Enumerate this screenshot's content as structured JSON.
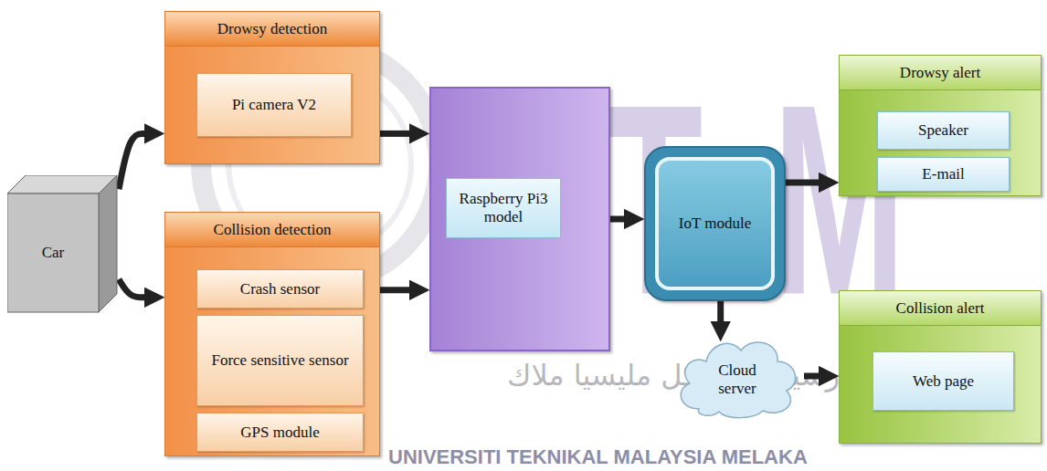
{
  "diagram": {
    "nodes": [
      {
        "text": [
          "Car"
        ]
      },
      {
        "text": [
          "Drowsy detection"
        ]
      },
      {
        "text": [
          "Pi camera V2"
        ],
        "in": 1
      },
      {
        "text": [
          "Collision detection"
        ]
      },
      {
        "text": [
          "Crash sensor"
        ],
        "in": 3
      },
      {
        "text": [
          "Force sensitive sensor"
        ],
        "in": 3
      },
      {
        "text": [
          "GPS module"
        ],
        "in": 3
      },
      {
        "text": [
          "Raspberry Pi3 model"
        ]
      },
      {
        "text": [
          "IoT module"
        ]
      },
      {
        "text": [
          "Cloud server"
        ]
      },
      {
        "text": [
          "Drowsy alert"
        ]
      },
      {
        "text": [
          "Speaker"
        ],
        "in": 10
      },
      {
        "text": [
          "E-mail"
        ],
        "in": 10
      },
      {
        "text": [
          "Collision alert"
        ]
      },
      {
        "text": [
          "Web page"
        ],
        "in": 13
      }
    ],
    "edges": [
      {
        "from": 0,
        "to": 1,
        "arrow": "to"
      },
      {
        "from": 0,
        "to": 3,
        "arrow": "to"
      },
      {
        "from": 1,
        "to": 7,
        "arrow": "to"
      },
      {
        "from": 3,
        "to": 7,
        "arrow": "to"
      },
      {
        "from": 7,
        "to": 8,
        "arrow": "to"
      },
      {
        "from": 8,
        "to": 10,
        "arrow": "to"
      },
      {
        "from": 8,
        "to": 9,
        "arrow": "to"
      },
      {
        "from": 9,
        "to": 13,
        "arrow": "to"
      }
    ],
    "labels": [
      "UTeM",
      "اونيۆرسيتي تيكنيكل مليسيا ملاك",
      "UNIVERSITI TEKNIKAL MALAYSIA MELAKA"
    ]
  }
}
